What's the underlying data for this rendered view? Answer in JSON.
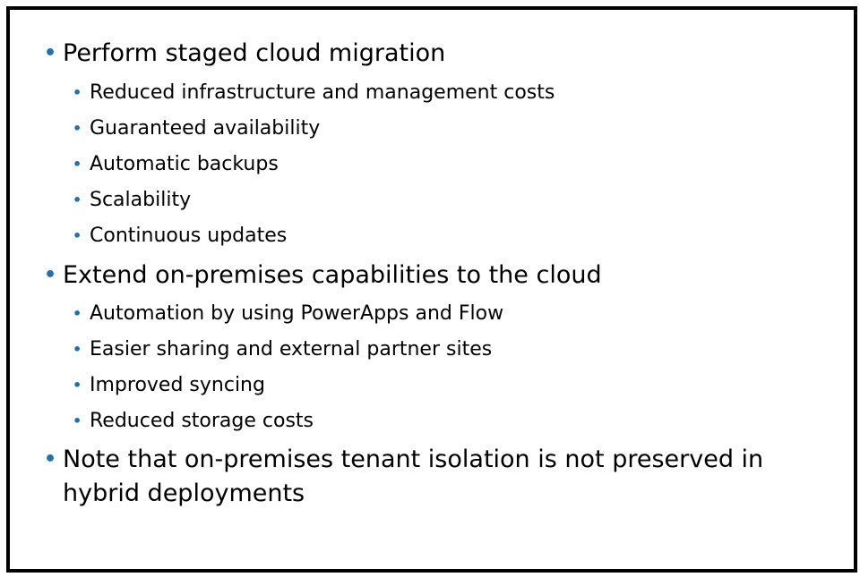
{
  "colors": {
    "bullet": "#1f6fb2",
    "text": "#000000",
    "frame": "#000000",
    "background": "#ffffff"
  },
  "bullet_glyph": "•",
  "sections": [
    {
      "heading": "Perform staged cloud migration",
      "items": [
        "Reduced infrastructure and management costs",
        "Guaranteed availability",
        "Automatic backups",
        "Scalability",
        "Continuous updates"
      ]
    },
    {
      "heading": "Extend on-premises capabilities to the cloud",
      "items": [
        "Automation by using PowerApps and Flow",
        "Easier sharing and external partner sites",
        "Improved syncing",
        "Reduced storage costs"
      ]
    },
    {
      "heading": "Note that on-premises tenant isolation is not preserved in hybrid deployments",
      "items": []
    }
  ]
}
